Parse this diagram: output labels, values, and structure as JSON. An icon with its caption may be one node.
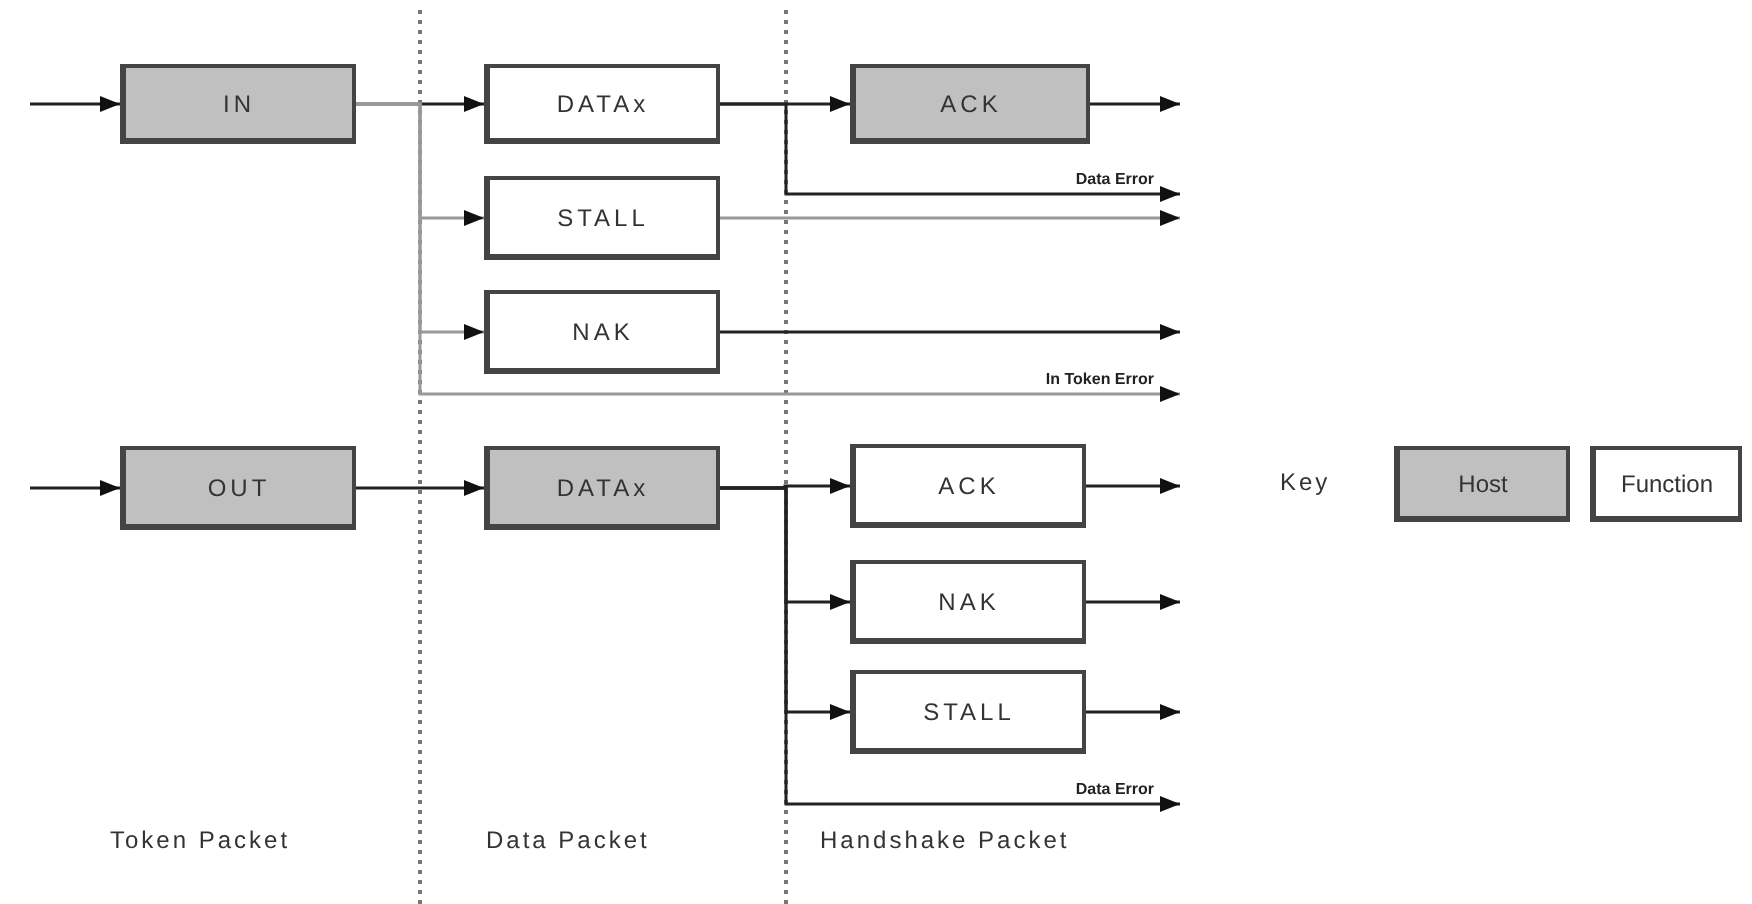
{
  "diagram": {
    "nodes": [
      {
        "text": [
          "IN"
        ]
      },
      {
        "text": [
          "DATAx"
        ]
      },
      {
        "text": [
          "STALL"
        ]
      },
      {
        "text": [
          "NAK"
        ]
      },
      {
        "text": [
          "ACK"
        ]
      },
      {
        "text": [
          "OUT"
        ]
      },
      {
        "text": [
          "DATAx"
        ]
      },
      {
        "text": [
          "ACK"
        ]
      },
      {
        "text": [
          "NAK"
        ]
      },
      {
        "text": [
          "STALL"
        ]
      }
    ],
    "edges": [
      {
        "from": null,
        "to": 0,
        "arrow": "to"
      },
      {
        "from": 0,
        "to": 1,
        "arrow": "to"
      },
      {
        "from": 0,
        "to": 2,
        "arrow": "to",
        "color": "#999999"
      },
      {
        "from": 0,
        "to": 3,
        "arrow": "to",
        "color": "#999999"
      },
      {
        "from": 0,
        "to": null,
        "arrow": "to",
        "label": "In Token Error",
        "color": "#999999"
      },
      {
        "from": 1,
        "to": 4,
        "arrow": "to"
      },
      {
        "from": 1,
        "to": null,
        "arrow": "to",
        "label": "Data Error"
      },
      {
        "from": 4,
        "to": null,
        "arrow": "to"
      },
      {
        "from": 2,
        "to": null,
        "arrow": "to",
        "color": "#999999"
      },
      {
        "from": 3,
        "to": null,
        "arrow": "to"
      },
      {
        "from": null,
        "to": 5,
        "arrow": "to"
      },
      {
        "from": 5,
        "to": 6,
        "arrow": "to"
      },
      {
        "from": 6,
        "to": 7,
        "arrow": "to"
      },
      {
        "from": 6,
        "to": 8,
        "arrow": "to"
      },
      {
        "from": 6,
        "to": 9,
        "arrow": "to"
      },
      {
        "from": 6,
        "to": null,
        "arrow": "to",
        "label": "Data Error"
      },
      {
        "from": 7,
        "to": null,
        "arrow": "to"
      },
      {
        "from": 8,
        "to": null,
        "arrow": "to"
      },
      {
        "from": 9,
        "to": null,
        "arrow": "to"
      }
    ],
    "labels": [
      "Token Packet",
      "Data Packet",
      "Handshake Packet",
      "Key"
    ],
    "legend": [
      {
        "text": "Host",
        "color": "#c0c0c0"
      },
      {
        "text": "Function",
        "color": "#ffffff"
      }
    ]
  }
}
